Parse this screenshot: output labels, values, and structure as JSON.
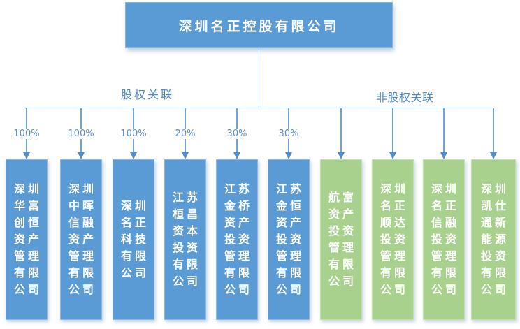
{
  "root": {
    "label": "深圳名正控股有限公司"
  },
  "branches": {
    "left": "股权关联",
    "right": "非股权关联"
  },
  "children": [
    {
      "name": "深圳华富创恒资产管理有限公司",
      "lines": [
        "深圳",
        "华富",
        "创恒",
        "资产",
        "管理",
        "有限",
        "公司"
      ],
      "ownership": "100%",
      "relation": "股权关联",
      "color": "#5B9BD5"
    },
    {
      "name": "深圳中晖信融资产管理有限公司",
      "lines": [
        "深圳",
        "中晖",
        "信融",
        "资产",
        "管理",
        "有限",
        "公司"
      ],
      "ownership": "100%",
      "relation": "股权关联",
      "color": "#5B9BD5"
    },
    {
      "name": "深圳名正科技有限公司",
      "lines": [
        "深圳",
        "名正",
        "科技",
        "有限",
        "公司"
      ],
      "ownership": "100%",
      "relation": "股权关联",
      "color": "#5B9BD5"
    },
    {
      "name": "江苏桓昌资本投资有限公司",
      "lines": [
        "江苏",
        "桓昌",
        "资本",
        "投资",
        "有限",
        "公司"
      ],
      "ownership": "20%",
      "relation": "股权关联",
      "color": "#5B9BD5"
    },
    {
      "name": "江苏金桥资产投资管理有限公司",
      "lines": [
        "江苏",
        "金桥",
        "资产",
        "投资",
        "管理",
        "有限",
        "公司"
      ],
      "ownership": "30%",
      "relation": "股权关联",
      "color": "#5B9BD5"
    },
    {
      "name": "江苏金恒资产投资管理有限公司",
      "lines": [
        "江苏",
        "金恒",
        "资产",
        "投资",
        "管理",
        "有限",
        "公司"
      ],
      "ownership": "30%",
      "relation": "股权关联",
      "color": "#5B9BD5"
    },
    {
      "name": "航富资产投资管理有限公司",
      "lines": [
        "航富",
        "资产",
        "投资",
        "管理",
        "有限",
        "公司"
      ],
      "ownership": null,
      "relation": "非股权关联",
      "color": "#A9D18E"
    },
    {
      "name": "深圳名正顺达投资管理有限公司",
      "lines": [
        "深圳",
        "名正",
        "顺达",
        "投资",
        "管理",
        "有限",
        "公司"
      ],
      "ownership": null,
      "relation": "非股权关联",
      "color": "#A9D18E"
    },
    {
      "name": "深圳名正信融投资管理有限公司",
      "lines": [
        "深圳",
        "名正",
        "信融",
        "投资",
        "管理",
        "有限",
        "公司"
      ],
      "ownership": null,
      "relation": "非股权关联",
      "color": "#A9D18E"
    },
    {
      "name": "深圳凯仕通新能源投资有限公司",
      "lines": [
        "深圳",
        "凯仕",
        "通新",
        "能源",
        "投资",
        "有限",
        "公司"
      ],
      "ownership": null,
      "relation": "非股权关联",
      "color": "#A9D18E"
    }
  ],
  "colors": {
    "node_blue": "#5B9BD5",
    "node_green": "#A9D18E",
    "node_text": "#FFFFFF",
    "connector": "#6FA3DC",
    "arrow": "#4E8FD0",
    "branch_label_text": "#4E8AC9",
    "ownership_text": "#5E8CC4"
  }
}
